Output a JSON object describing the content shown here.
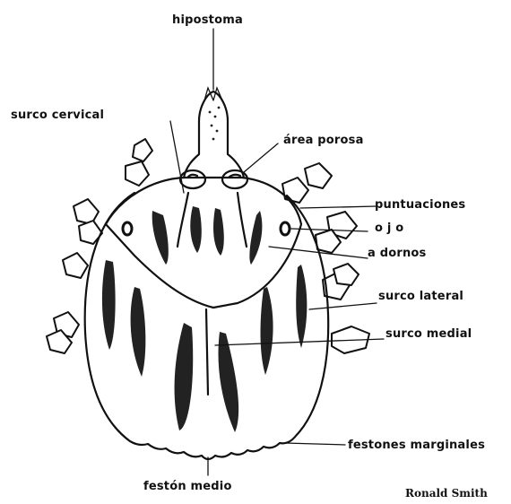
{
  "labels": {
    "hipostoma": "hipostoma",
    "surco_cervical": "surco cervical",
    "area_porosa": "área porosa",
    "puntuaciones": "puntuaciones",
    "ojo": "o j o",
    "adornos": "a dornos",
    "surco_lateral": "surco lateral",
    "surco_medial": "surco medial",
    "festones_marginales": "festones marginales",
    "feston_medio": "festón medio"
  },
  "credit": "Ronald Smith"
}
